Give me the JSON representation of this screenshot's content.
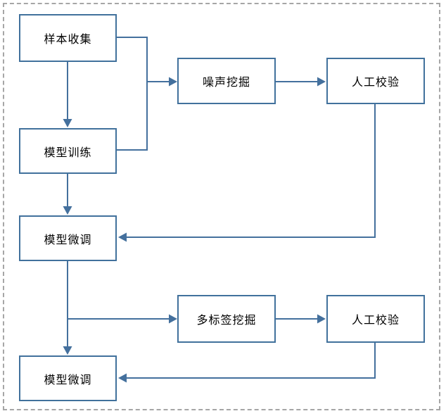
{
  "diagram": {
    "type": "flowchart",
    "colors": {
      "box_border": "#41719c",
      "box_fill": "#ffffff",
      "connector": "#44709d",
      "outer_dashed_border": "#a6a6a6",
      "text": "#000000"
    },
    "nodes": [
      {
        "id": "sample-collection",
        "label": "样本收集"
      },
      {
        "id": "model-training",
        "label": "模型训练"
      },
      {
        "id": "noise-mining",
        "label": "噪声挖掘"
      },
      {
        "id": "manual-check-top",
        "label": "人工校验"
      },
      {
        "id": "model-finetune-mid",
        "label": "模型微调"
      },
      {
        "id": "multilabel-mining",
        "label": "多标签挖掘"
      },
      {
        "id": "manual-check-bottom",
        "label": "人工校验"
      },
      {
        "id": "model-finetune-bottom",
        "label": "模型微调"
      }
    ],
    "edges": [
      {
        "from": "sample-collection",
        "to": "model-training",
        "style": "arrow-down"
      },
      {
        "from": "sample-collection+model-training",
        "to": "noise-mining",
        "style": "merged-elbow-arrow-right"
      },
      {
        "from": "noise-mining",
        "to": "manual-check-top",
        "style": "arrow-right"
      },
      {
        "from": "manual-check-top",
        "to": "model-finetune-mid",
        "style": "elbow-down-left-arrow"
      },
      {
        "from": "model-training",
        "to": "model-finetune-mid",
        "style": "arrow-down"
      },
      {
        "from": "model-finetune-mid",
        "to": "model-finetune-bottom",
        "style": "arrow-down"
      },
      {
        "from": "model-finetune-mid",
        "to": "multilabel-mining",
        "style": "branch-arrow-right"
      },
      {
        "from": "multilabel-mining",
        "to": "manual-check-bottom",
        "style": "arrow-right"
      },
      {
        "from": "manual-check-bottom",
        "to": "model-finetune-bottom",
        "style": "elbow-down-left-arrow"
      }
    ]
  }
}
